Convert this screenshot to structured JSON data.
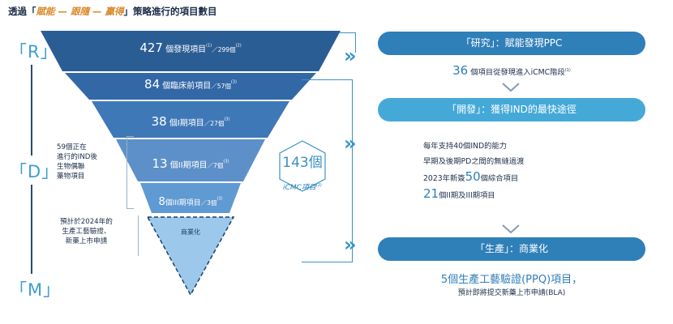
{
  "title": {
    "prefix": "透過「",
    "p1": "賦能",
    "sep1": " — ",
    "p2": "跟隨",
    "sep2": " — ",
    "p3": "贏得",
    "suffix": "」策略進行的項目數目"
  },
  "stage_letters": {
    "r": "「R」",
    "d": "「D」",
    "m": "「M」"
  },
  "funnel": [
    {
      "num": "427",
      "label": " 個發現項目",
      "sup": "(1)",
      "rest": "／299個",
      "rest_sup": "(2)"
    },
    {
      "num": "84",
      "label": "  個臨床前項目",
      "sup": "",
      "rest": "／57個",
      "rest_sup": "(3)"
    },
    {
      "num": "38",
      "label": "  個I期項目",
      "sup": "",
      "rest": "／27個",
      "rest_sup": "(3)"
    },
    {
      "num": "13",
      "label": "  個II期項目",
      "sup": "",
      "rest": "／7個",
      "rest_sup": "(3)"
    },
    {
      "num": "8",
      "label": "個III期項目",
      "sup": "",
      "rest": "／3個",
      "rest_sup": "(3)"
    }
  ],
  "commercial_label": "商業化",
  "side_notes": {
    "ind": [
      "59個正在",
      "進行的IND後",
      "生物偶聯",
      "藥物項目"
    ],
    "bla": [
      "預計於2024年的",
      "生產工藝驗證、",
      "新藥上市申請"
    ]
  },
  "hexagon": {
    "number": "143個",
    "label": "iCMC項目",
    "sup": "(2)"
  },
  "right": {
    "research_pill": "「研究」：賦能發現PPC",
    "research_num": "36",
    "research_text": " 個項目從發現進入iCMC階段",
    "research_sup": "(1)",
    "develop_pill": "「開發」：獲得IND的最快途徑",
    "develop_lines": [
      {
        "pre": "每年支持40個IND的能力",
        "big": "",
        "post": ""
      },
      {
        "pre": "早期及後期PD之間的無縫過渡",
        "big": "",
        "post": ""
      },
      {
        "pre": "2023年新簽",
        "big": "50",
        "post": "個綜合項目"
      },
      {
        "pre": "",
        "big": "21",
        "post": "個II期及III期項目"
      }
    ],
    "produce_pill": "「生產」：商業化",
    "produce_main": "5個生產工藝驗證(PPQ)項目，",
    "produce_sub": "預計即將提交新藥上市申請(BLA)"
  },
  "colors": {
    "band1": "#2b5d95",
    "band2": "#3368a7",
    "band3": "#3f78b7",
    "band4": "#5d90c8",
    "band5": "#5f9ad2",
    "commercial": "#9cc9eb",
    "accent": "#3795c9"
  }
}
